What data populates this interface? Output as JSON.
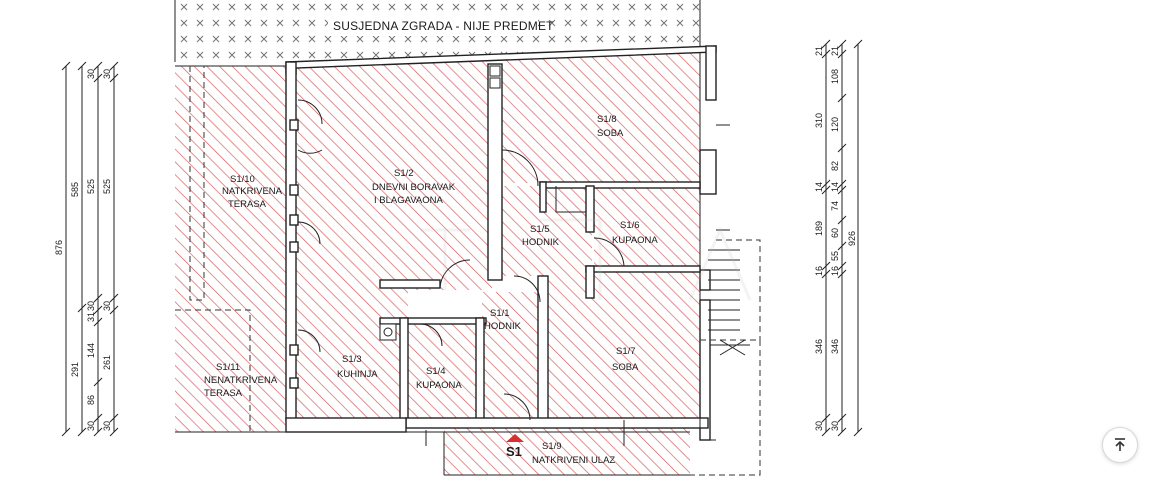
{
  "header": {
    "neighbor_label": "SUSJEDNA ZGRADA - NIJE PREDMET"
  },
  "rooms": {
    "r110": {
      "code": "S1/10",
      "line1": "NATKRIVENA",
      "line2": "TERASA"
    },
    "r12": {
      "code": "S1/2",
      "line1": "DNEVNI BORAVAK",
      "line2": "I  BLAGAVAONA"
    },
    "r18": {
      "code": "S1/8",
      "line1": "SOBA"
    },
    "r15": {
      "code": "S1/5",
      "line1": "HODNIK"
    },
    "r16": {
      "code": "S1/6",
      "line1": "KUPAONA"
    },
    "r11": {
      "code": "S1/1",
      "line1": "HODNIK"
    },
    "r111": {
      "code": "S1/11",
      "line1": "NENATKRIVENA",
      "line2": "TERASA"
    },
    "r13": {
      "code": "S1/3",
      "line1": "KUHINJA"
    },
    "r14": {
      "code": "S1/4",
      "line1": "KUPAONA"
    },
    "r17": {
      "code": "S1/7",
      "line1": "SOBA"
    },
    "r19": {
      "code": "S1/9",
      "line1": "NATKRIVENI ULAZ"
    }
  },
  "entrance_marker": "S1",
  "dims_left": {
    "c1": [
      "876"
    ],
    "c2": [
      "585",
      "291"
    ],
    "c3": [
      "30",
      "525",
      "30",
      "31",
      "144",
      "86",
      "30"
    ],
    "c4": [
      "30",
      "525",
      "30",
      "261",
      "30"
    ]
  },
  "dims_right": {
    "c1": [
      "21",
      "310",
      "14",
      "189",
      "16",
      "346",
      "30"
    ],
    "c2": [
      "21",
      "108",
      "120",
      "82",
      "14",
      "74",
      "60",
      "55",
      "16",
      "346",
      "30"
    ],
    "c3": [
      "926"
    ]
  },
  "colors": {
    "hatch": "#d8615f",
    "wall": "#222222"
  },
  "scroll_top_icon": "arrow-up-to-line-icon"
}
